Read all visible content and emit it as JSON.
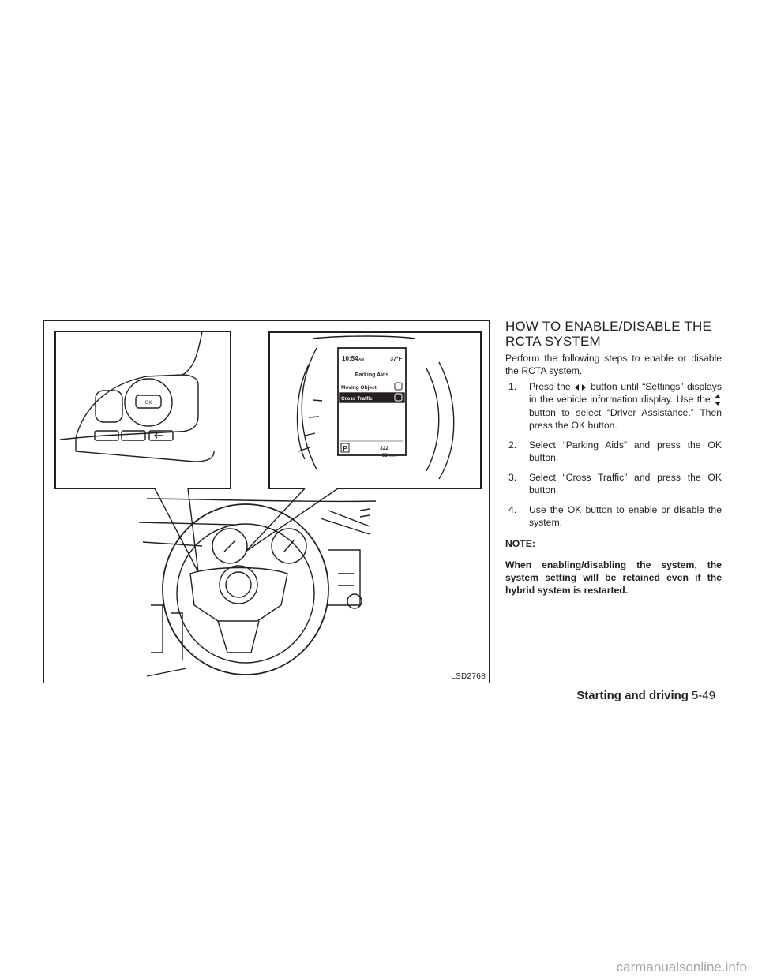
{
  "figure": {
    "code": "LSD2768",
    "display": {
      "time": "10:54",
      "ampm": "AM",
      "temp": "37°F",
      "menu_title": "Parking Aids",
      "menu_items": [
        "Moving Object",
        "Cross Traffic"
      ],
      "selected_item": "Cross Traffic",
      "gear": "P",
      "range_value": "322",
      "odometer": "99",
      "odometer_unit": "miles"
    },
    "controls": {
      "ok_label": "OK"
    }
  },
  "section": {
    "heading": "HOW TO ENABLE/DISABLE THE RCTA SYSTEM",
    "intro": "Perform the following steps to enable or disable the RCTA system.",
    "steps": [
      {
        "num": "1.",
        "press": "Press the",
        "after_lr": "button until “Settings” displays in the vehicle information display. Use the",
        "after_ud": "button to select “Driver Assistance.” Then press the OK button."
      },
      {
        "num": "2.",
        "text": "Select “Parking Aids” and press the OK button."
      },
      {
        "num": "3.",
        "text": "Select “Cross Traffic” and press the OK button."
      },
      {
        "num": "4.",
        "text": "Use the OK button to enable or disable the system."
      }
    ],
    "note_label": "NOTE:",
    "note_text": "When enabling/disabling the system, the system setting will be retained even if the hybrid system is restarted."
  },
  "footer": {
    "section": "Starting and driving",
    "page": "5-49"
  },
  "watermark": "carmanualsonline.info",
  "icons": [
    "left-right-arrow-icon",
    "up-down-arrow-icon"
  ]
}
